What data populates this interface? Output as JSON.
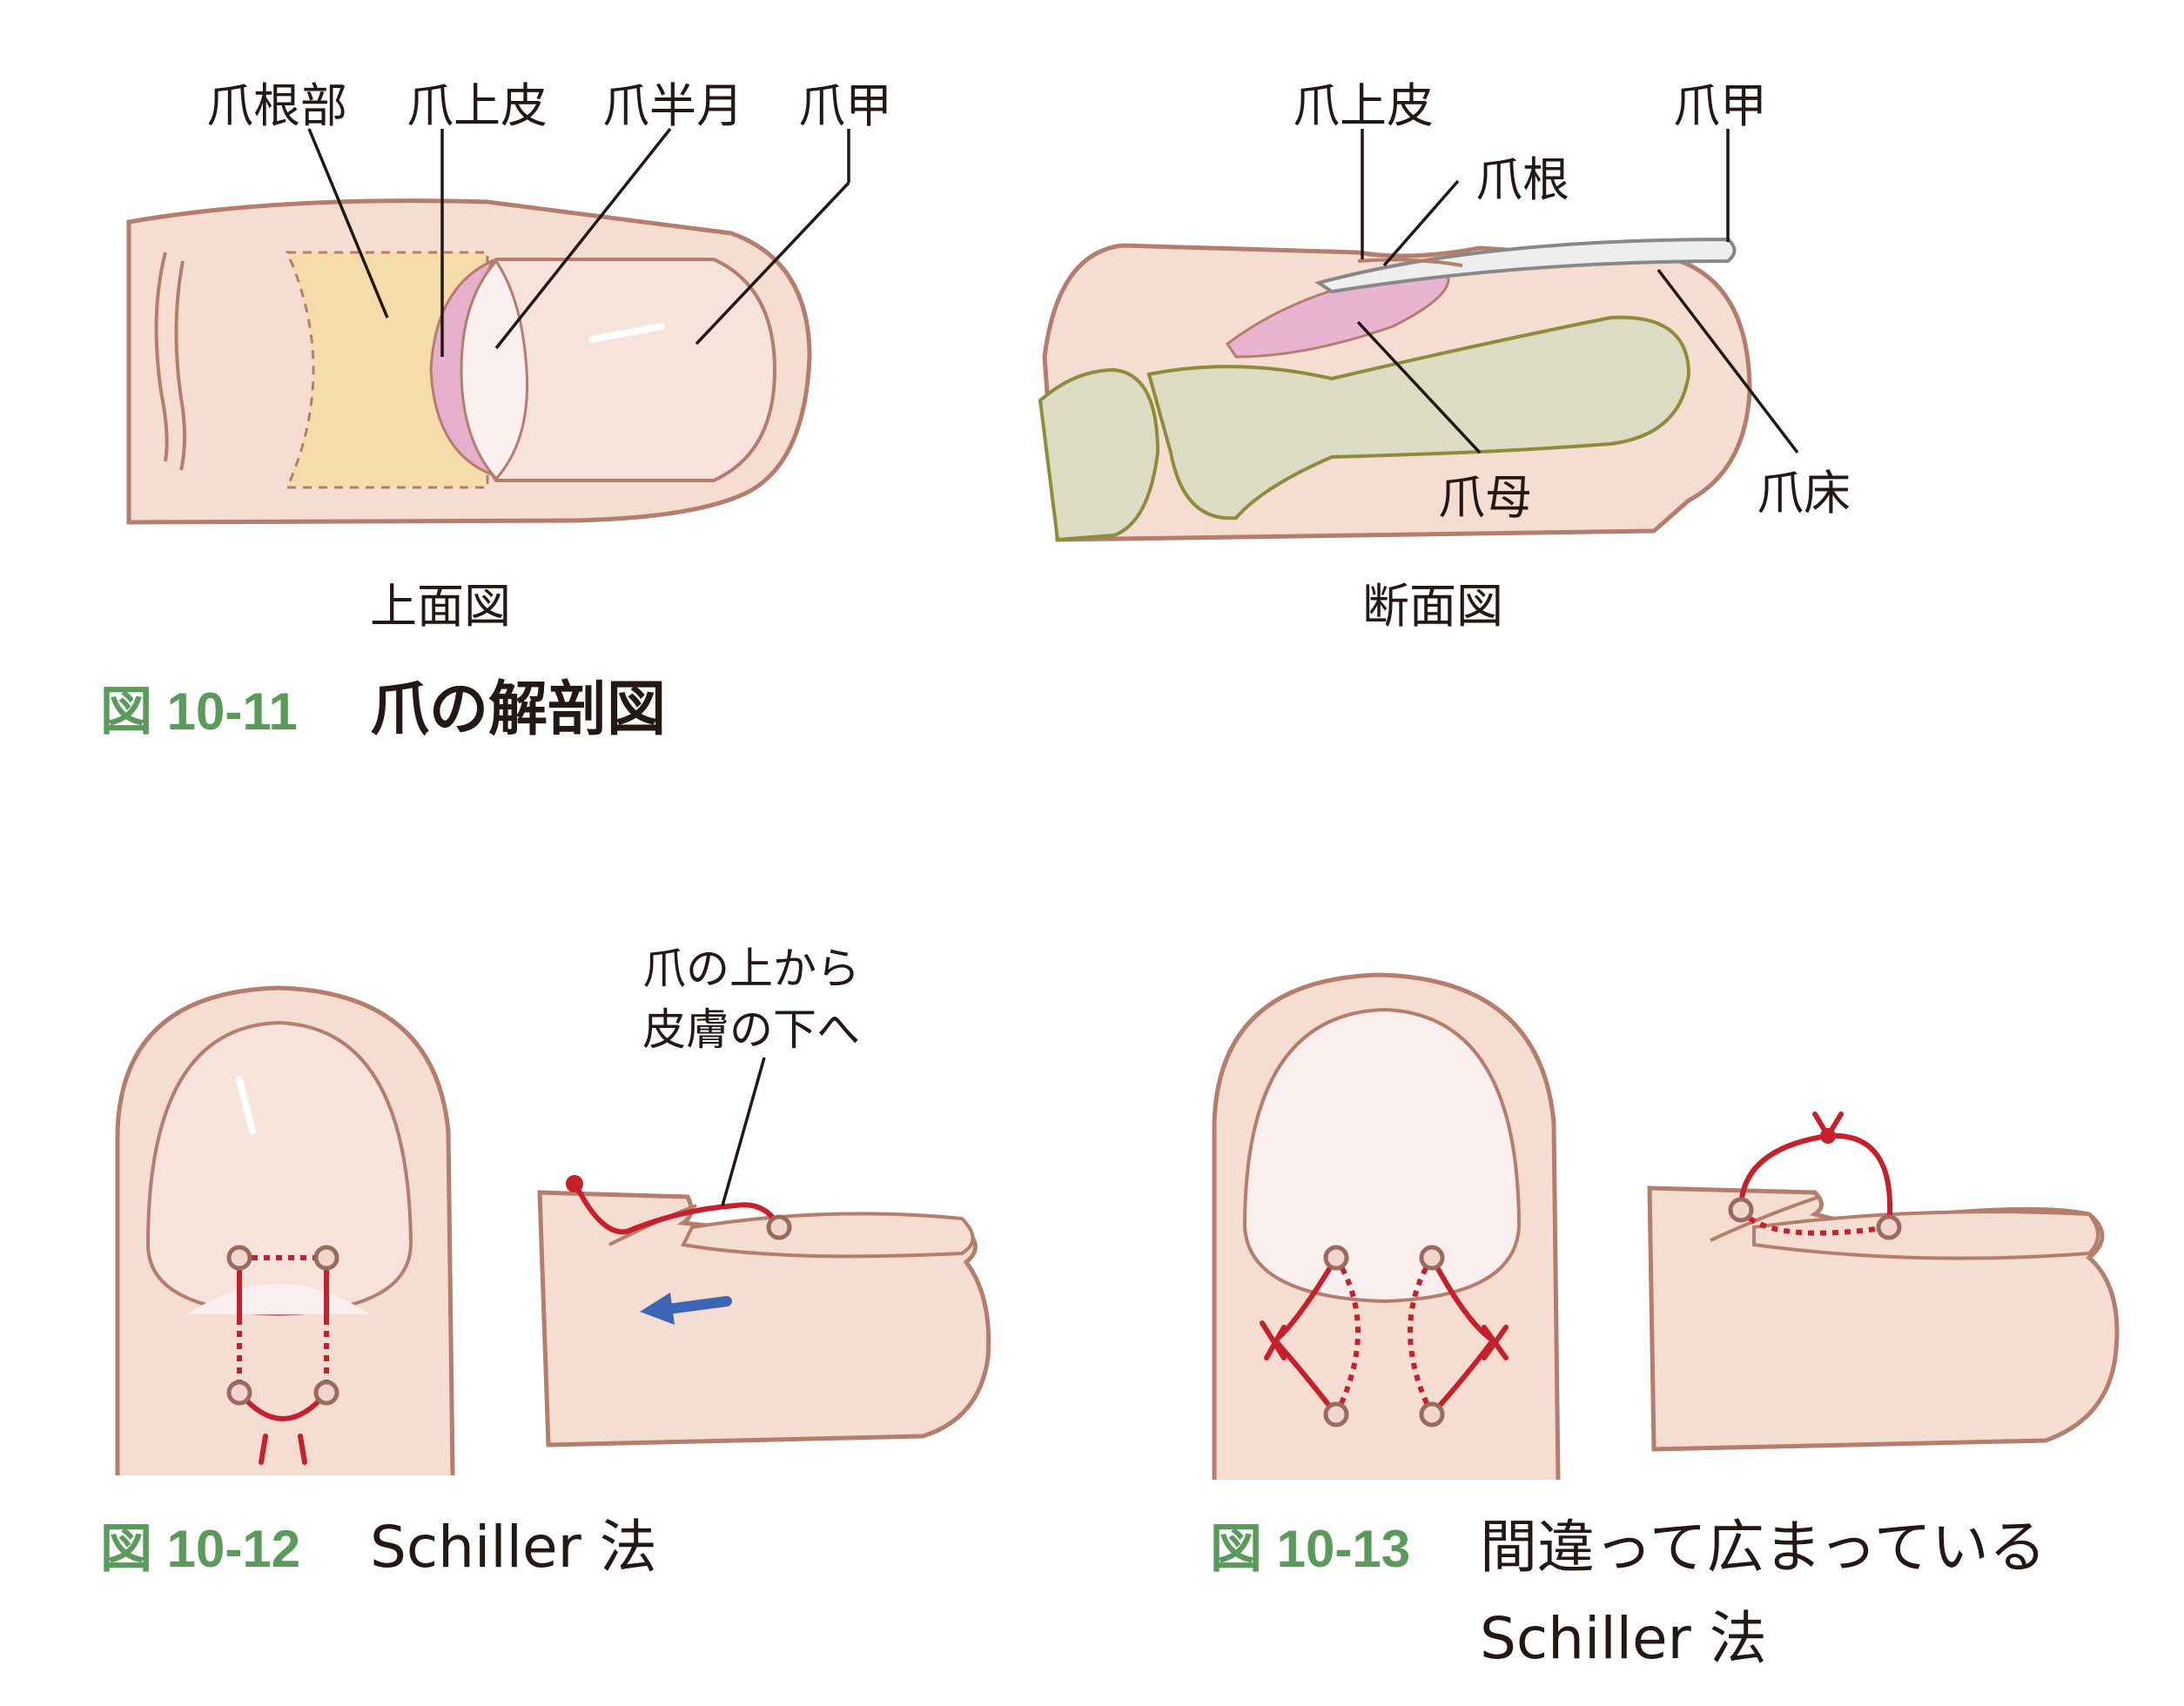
{
  "fig11": {
    "number": "図 10-11",
    "title": "爪の解剖図",
    "top_view": {
      "caption": "上面図",
      "labels": [
        "爪根部",
        "爪上皮",
        "爪半月",
        "爪甲"
      ]
    },
    "section_view": {
      "caption": "断面図",
      "labels": {
        "eponychium": "爪上皮",
        "nail_plate": "爪甲",
        "nail_root": "爪根",
        "matrix": "爪母",
        "nail_bed": "爪床"
      }
    }
  },
  "fig12": {
    "number": "図 10-12",
    "title": "Schiller 法",
    "annotation_line1": "爪の上から",
    "annotation_line2": "皮膚の下へ"
  },
  "fig13": {
    "number": "図 10-13",
    "title_line1": "間違って広まっている",
    "title_line2": "Schiller 法"
  },
  "colors": {
    "skin": "#f5ddd2",
    "outline": "#b47d6c",
    "suture": "#c8202a",
    "figure_number": "#5a9a5a",
    "arrow": "#3a66b5",
    "nail_matrix": "#e8b4d0",
    "bone": "#dcdcc4"
  }
}
